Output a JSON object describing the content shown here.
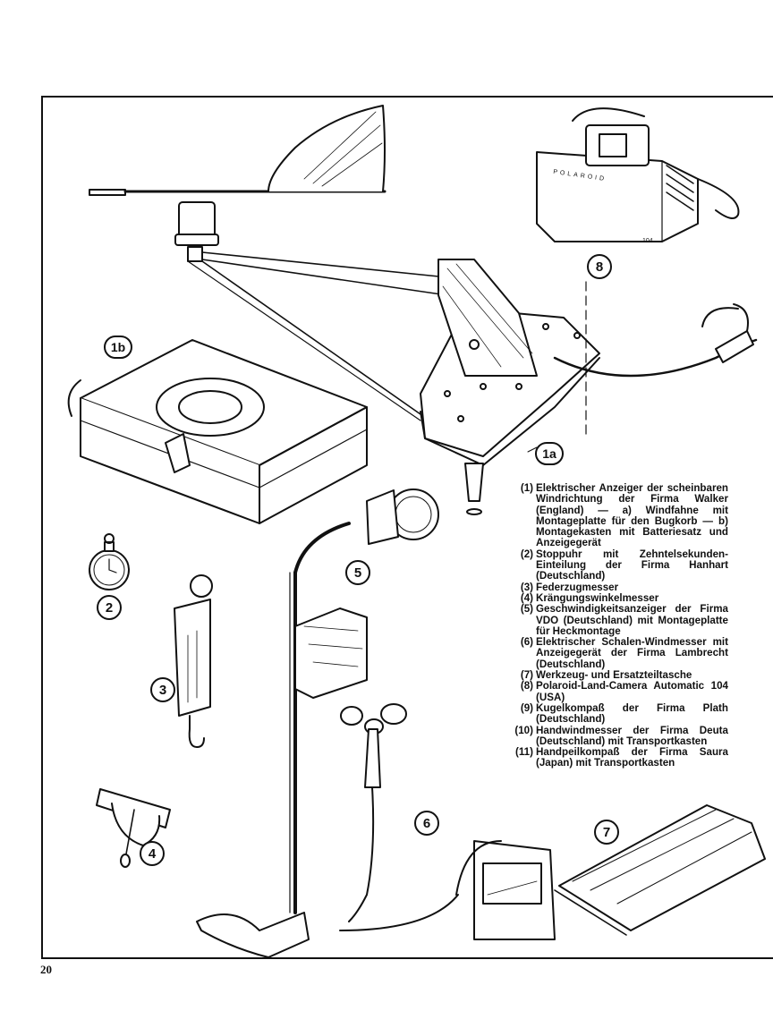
{
  "markers": {
    "m1a": "1a",
    "m1b": "1b",
    "m2": "2",
    "m3": "3",
    "m4": "4",
    "m5": "5",
    "m6": "6",
    "m7": "7",
    "m8": "8"
  },
  "camera_labels": {
    "brand": "POLAROID",
    "model": "104"
  },
  "legend": [
    {
      "num": "(1)",
      "text": "Elektrischer Anzeiger der scheinbaren Windrichtung der Firma Walker (England) — a) Windfahne mit Montageplatte für den Bugkorb — b) Montagekasten mit Batteriesatz und Anzeigegerät"
    },
    {
      "num": "(2)",
      "text": "Stoppuhr mit Zehntelsekunden-Einteilung der Firma Hanhart (Deutschland)"
    },
    {
      "num": "(3)",
      "text": "Federzugmesser"
    },
    {
      "num": "(4)",
      "text": "Krängungswinkelmesser"
    },
    {
      "num": "(5)",
      "text": "Geschwindigkeitsanzeiger der Firma VDO (Deutschland) mit Montageplatte für Heckmontage"
    },
    {
      "num": "(6)",
      "text": "Elektrischer Schalen-Windmesser mit Anzeigegerät der Firma Lambrecht (Deutschland)"
    },
    {
      "num": "(7)",
      "text": "Werkzeug- und Ersatzteiltasche"
    },
    {
      "num": "(8)",
      "text": "Polaroid-Land-Camera Automatic 104 (USA)"
    },
    {
      "num": "(9)",
      "text": "Kugelkompaß der Firma Plath (Deutschland)"
    },
    {
      "num": "(10)",
      "text": "Handwindmesser der Firma Deuta (Deutschland) mit Transportkasten"
    },
    {
      "num": "(11)",
      "text": "Handpeilkompaß der Firma Saura (Japan) mit Transportkasten"
    }
  ],
  "page_number": "20"
}
